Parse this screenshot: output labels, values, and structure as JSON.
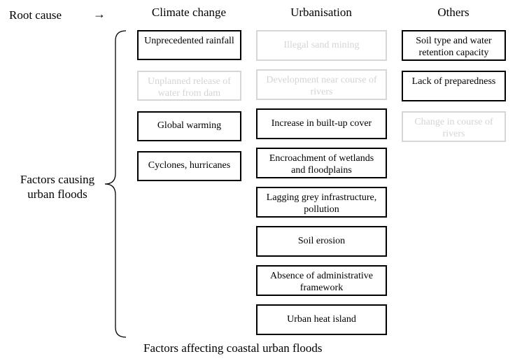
{
  "root_cause_label": "Root cause",
  "arrow_glyph": "→",
  "headers": {
    "climate": "Climate change",
    "urban": "Urbanisation",
    "others": "Others"
  },
  "side_label": {
    "line1": "Factors causing",
    "line2": "urban floods"
  },
  "footer": "Factors affecting coastal urban floods",
  "climate": [
    {
      "label": "Unprecedented rainfall",
      "faded": false
    },
    {
      "label": "Unplanned release of water from dam",
      "faded": true
    },
    {
      "label": "Global warming",
      "faded": false
    },
    {
      "label": "Cyclones, hurricanes",
      "faded": false
    }
  ],
  "urban": [
    {
      "label": "Illegal sand mining",
      "faded": true
    },
    {
      "label": "Development near course of rivers",
      "faded": true
    },
    {
      "label": "Increase in built-up cover",
      "faded": false
    },
    {
      "label": "Encroachment of wetlands and floodplains",
      "faded": false
    },
    {
      "label": "Lagging grey infrastructure, pollution",
      "faded": false
    },
    {
      "label": "Soil erosion",
      "faded": false
    },
    {
      "label": "Absence of administrative framework",
      "faded": false
    },
    {
      "label": "Urban heat island",
      "faded": false
    }
  ],
  "others": [
    {
      "label": "Soil type and water retention capacity",
      "faded": false
    },
    {
      "label": "Lack of preparedness",
      "faded": false
    },
    {
      "label": "Change in course of rivers",
      "faded": true
    }
  ],
  "colors": {
    "active_border": "#000000",
    "faded_border": "#d6d6d6",
    "faded_text": "#d4d4d4"
  }
}
